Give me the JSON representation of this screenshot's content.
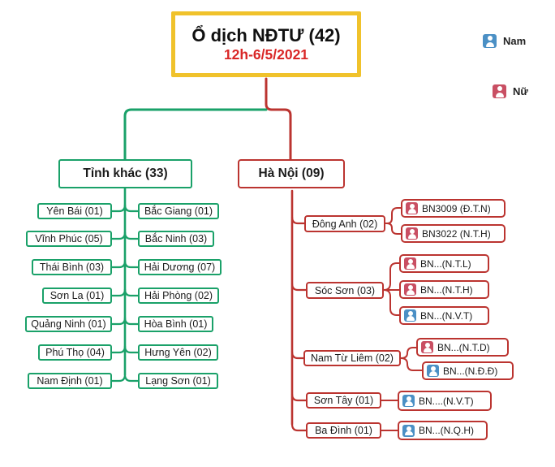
{
  "title": {
    "line1": "Ổ dịch NĐTƯ (42)",
    "line2": "12h-6/5/2021"
  },
  "legend": {
    "male": {
      "label": "Nam",
      "gender": "male"
    },
    "female": {
      "label": "Nữ",
      "gender": "female"
    }
  },
  "groups": {
    "other": {
      "label": "Tỉnh khác (33)"
    },
    "hanoi": {
      "label": "Hà Nội (09)"
    }
  },
  "provinces": {
    "left": [
      "Yên Bái (01)",
      "Vĩnh Phúc (05)",
      "Thái Bình (03)",
      "Sơn La (01)",
      "Quảng Ninh (01)",
      "Phú Thọ (04)",
      "Nam Định (01)"
    ],
    "right": [
      "Bắc Giang (01)",
      "Bắc Ninh (03)",
      "Hải Dương (07)",
      "Hải Phòng (02)",
      "Hòa Bình (01)",
      "Hưng Yên (02)",
      "Lạng Sơn (01)"
    ]
  },
  "districts": [
    {
      "label": "Đông Anh (02)",
      "patients": [
        {
          "label": "BN3009 (Đ.T.N)",
          "gender": "female"
        },
        {
          "label": "BN3022 (N.T.H)",
          "gender": "female"
        }
      ]
    },
    {
      "label": "Sóc Sơn (03)",
      "patients": [
        {
          "label": "BN...(N.T.L)",
          "gender": "female"
        },
        {
          "label": "BN...(N.T.H)",
          "gender": "female"
        },
        {
          "label": "BN...(N.V.T)",
          "gender": "male"
        }
      ]
    },
    {
      "label": "Nam Từ Liêm (02)",
      "patients": [
        {
          "label": "BN...(N.T.D)",
          "gender": "female"
        },
        {
          "label": "BN...(N.Đ.Đ)",
          "gender": "male"
        }
      ]
    },
    {
      "label": "Sơn Tây (01)",
      "patients": [
        {
          "label": "BN....(N.V.T)",
          "gender": "male"
        }
      ]
    },
    {
      "label": "Ba Đình (01)",
      "patients": [
        {
          "label": "BN...(N.Q.H)",
          "gender": "male"
        }
      ]
    }
  ],
  "colors": {
    "yellow": "#f0c22b",
    "red": "#bb3430",
    "red_text": "#d92727",
    "green": "#1aa169",
    "male": "#4b90c5",
    "female": "#c94f63",
    "text": "#1b1b1b"
  }
}
